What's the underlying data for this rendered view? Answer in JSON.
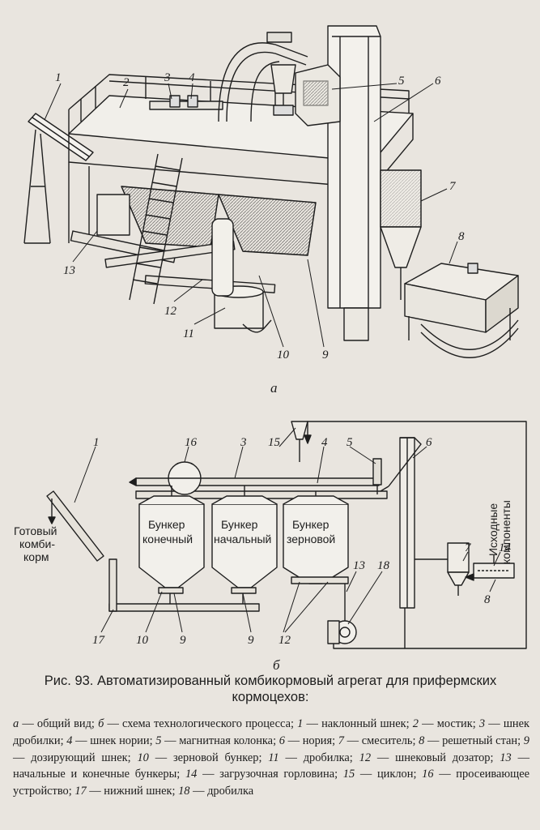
{
  "figure_a": {
    "callouts": [
      "1",
      "2",
      "3",
      "4",
      "5",
      "6",
      "7",
      "8",
      "9",
      "10",
      "11",
      "12",
      "13"
    ],
    "panel_label": "а"
  },
  "figure_b": {
    "callouts": [
      "1",
      "3",
      "4",
      "5",
      "6",
      "7",
      "8",
      "9",
      "10",
      "12",
      "13",
      "14",
      "15",
      "16",
      "17",
      "18"
    ],
    "panel_label": "б",
    "product_label_lines": [
      "Готовый",
      "комби-",
      "корм"
    ],
    "bins": [
      {
        "line1": "Бункер",
        "line2": "конечный"
      },
      {
        "line1": "Бункер",
        "line2": "начальный"
      },
      {
        "line1": "Бункер",
        "line2": "зерновой"
      }
    ],
    "source_label_lines": [
      "Исходные",
      "компоненты"
    ]
  },
  "caption": {
    "line1": "Рис. 93. Автоматизированный комбикормовый агрегат для прифермских",
    "line2": "кормоцехов:"
  },
  "legend": [
    {
      "key": "а",
      "text": " — общий вид; "
    },
    {
      "key": "б",
      "text": " — схема технологического процесса; "
    },
    {
      "key": "1",
      "text": " — наклонный шнек; "
    },
    {
      "key": "2",
      "text": " — мостик; "
    },
    {
      "key": "3",
      "text": " — шнек дробилки; "
    },
    {
      "key": "4",
      "text": " — шнек нории; "
    },
    {
      "key": "5",
      "text": " — магнитная колонка; "
    },
    {
      "key": "6",
      "text": " — нория; "
    },
    {
      "key": "7",
      "text": " — смеситель; "
    },
    {
      "key": "8",
      "text": " — решетный стан; "
    },
    {
      "key": "9",
      "text": " — дозирующий шнек; "
    },
    {
      "key": "10",
      "text": " — зерновой бункер; "
    },
    {
      "key": "11",
      "text": " — дробилка; "
    },
    {
      "key": "12",
      "text": " — шнековый дозатор; "
    },
    {
      "key": "13",
      "text": " — начальные и конечные бункеры; "
    },
    {
      "key": "14",
      "text": " — загрузочная горловина; "
    },
    {
      "key": "15",
      "text": " — циклон; "
    },
    {
      "key": "16",
      "text": " — просеивающее устройство; "
    },
    {
      "key": "17",
      "text": " — нижний шнек; "
    },
    {
      "key": "18",
      "text": " — дробилка"
    }
  ]
}
